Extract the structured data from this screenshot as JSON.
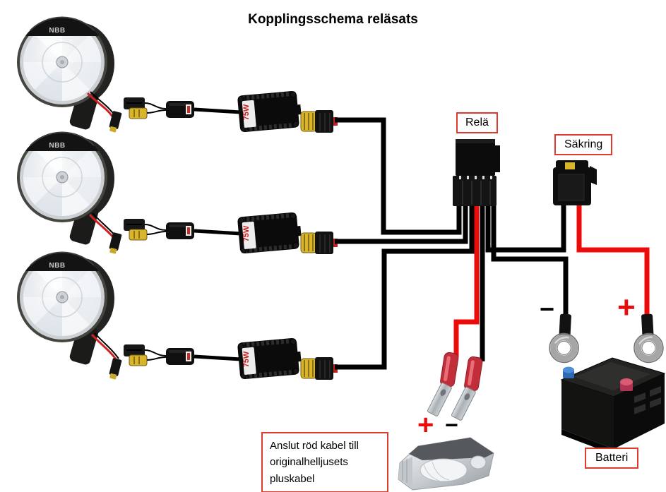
{
  "title": "Kopplingsschema reläsats",
  "labels": {
    "relay": "Relä",
    "fuse": "Säkring",
    "battery": "Batteri",
    "note": "Anslut röd kabel till originalhelljusets pluskabel",
    "battery_minus": "−",
    "battery_plus": "+",
    "headlight_plus": "+",
    "headlight_minus": "−"
  },
  "lamps": [
    {
      "brand": "NBB"
    },
    {
      "brand": "NBB"
    },
    {
      "brand": "NBB"
    }
  ],
  "ballasts": [
    {
      "label": "75W"
    },
    {
      "label": "75W"
    },
    {
      "label": "75W"
    }
  ],
  "colors": {
    "wire_black": "#000000",
    "wire_red": "#ec0b0b",
    "label_border": "#e03a2e",
    "connector_yellow": "#d9b52c",
    "ballast_label_red": "#c32222"
  }
}
